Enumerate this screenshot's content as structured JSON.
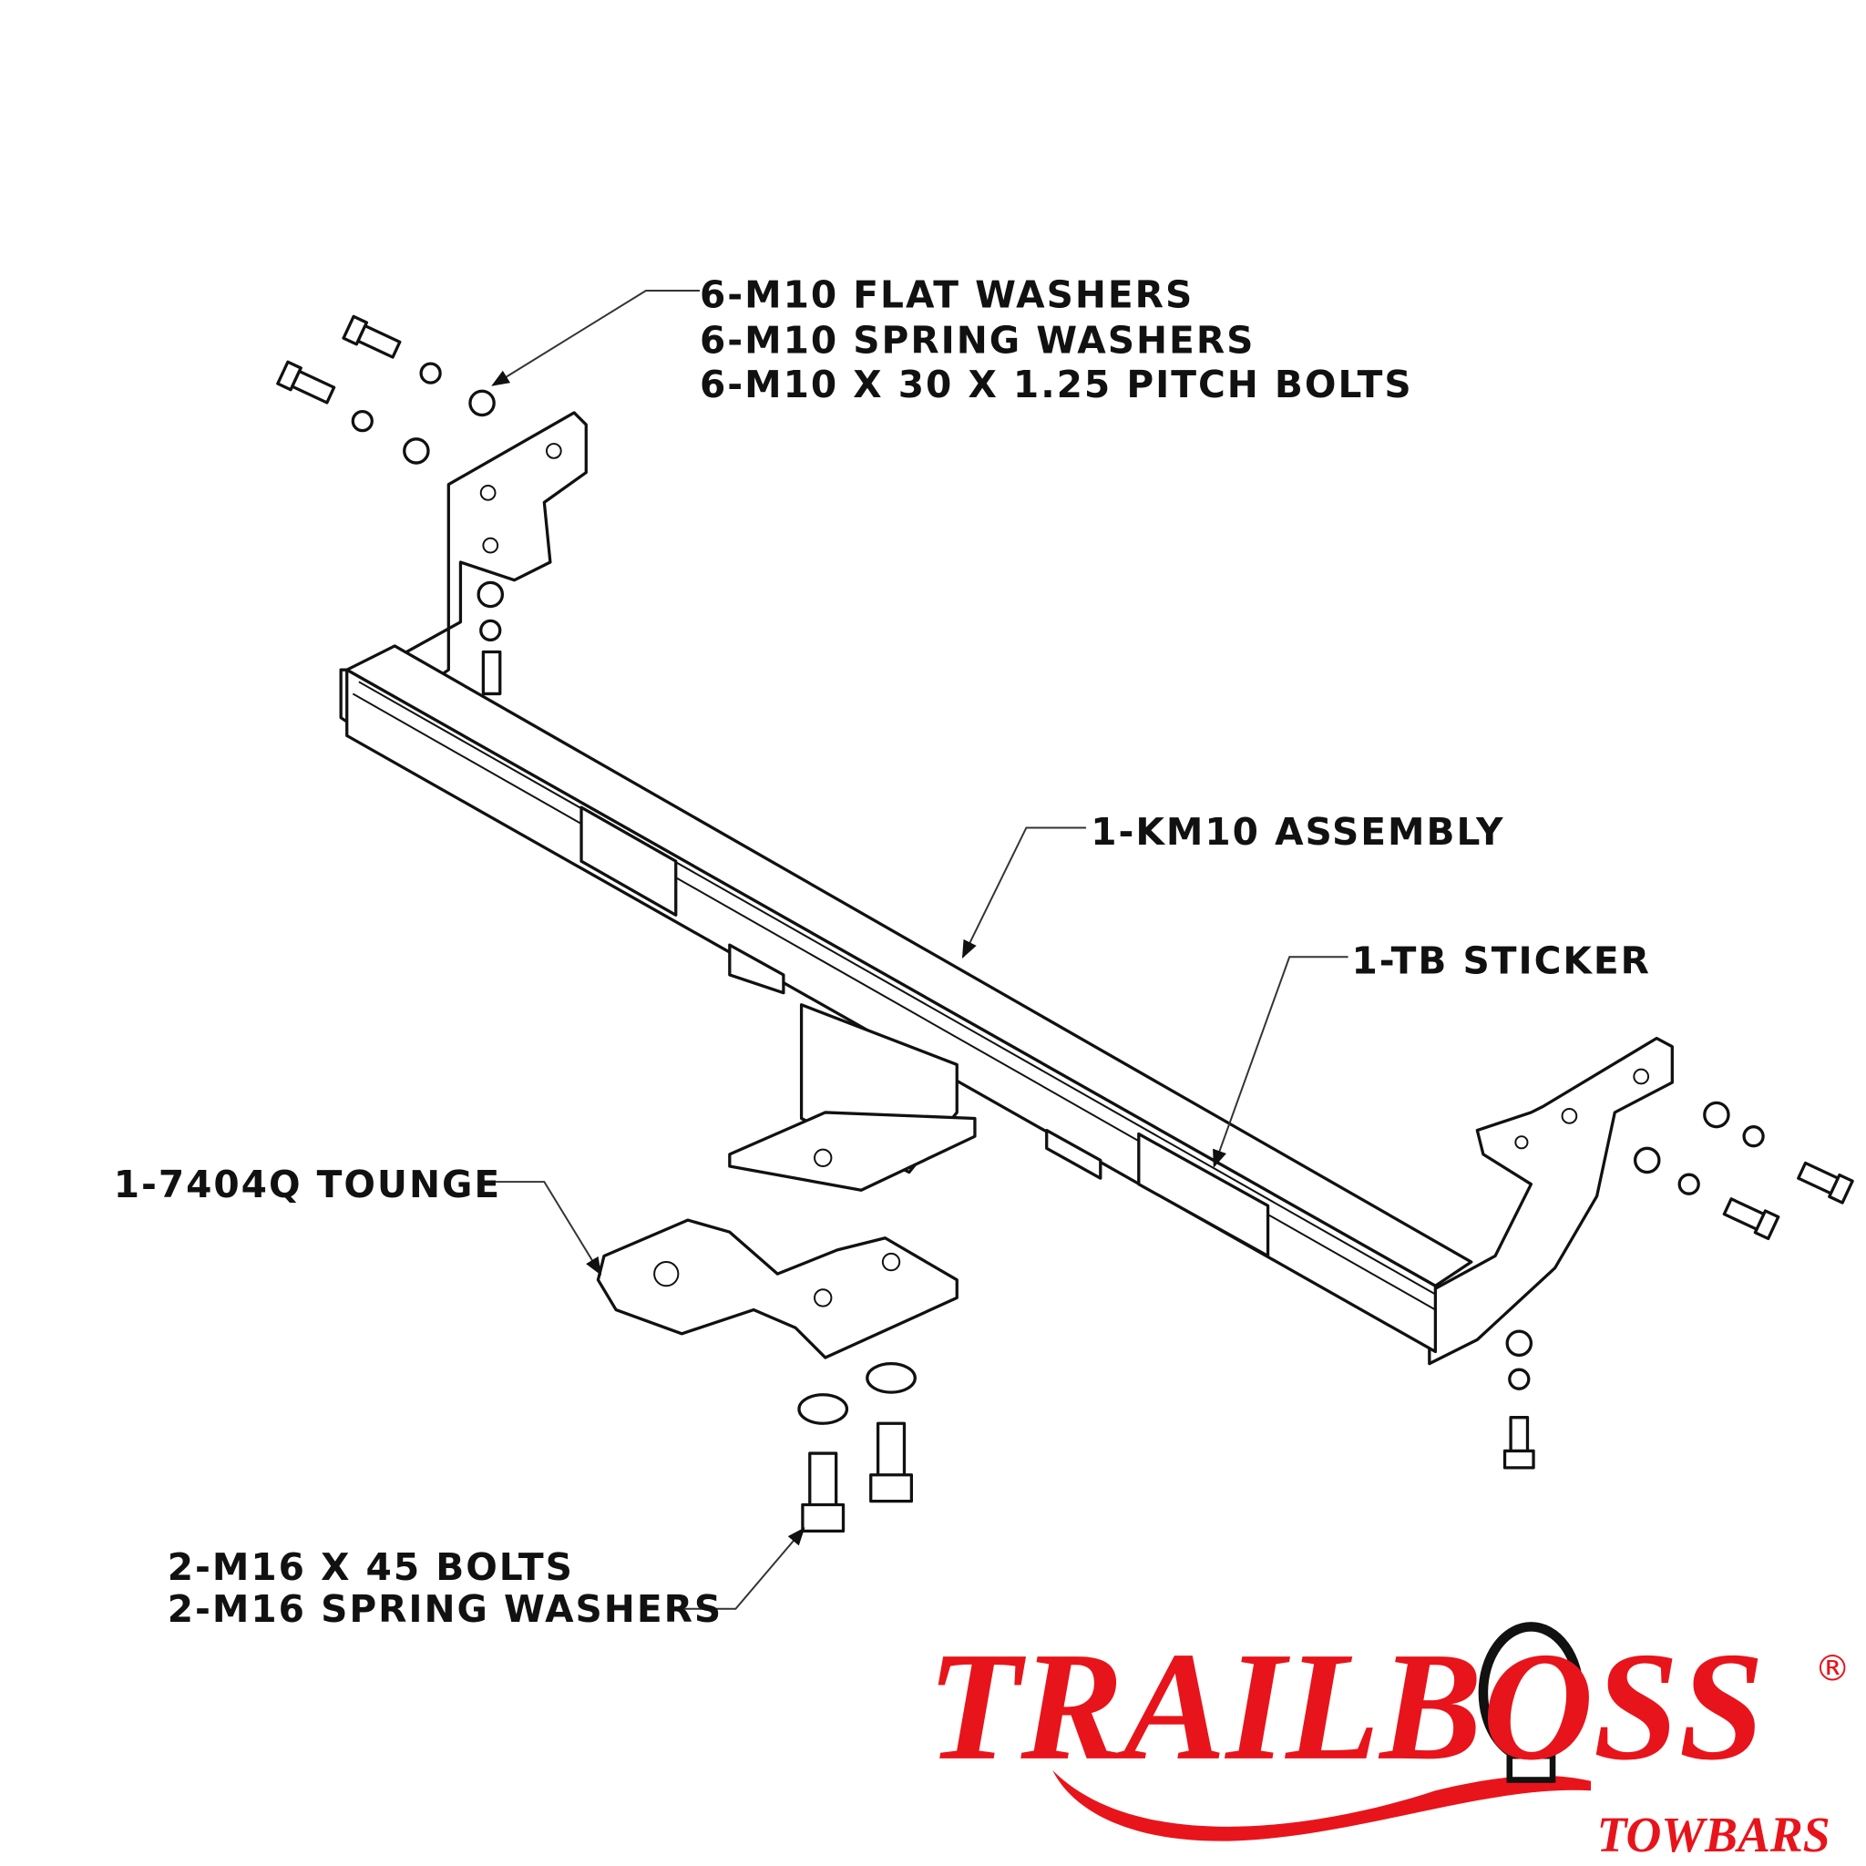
{
  "labels": {
    "washers_bolts": [
      "6-M10 FLAT WASHERS",
      "6-M10 SPRING WASHERS",
      "6-M10 X 30 X 1.25 PITCH BOLTS"
    ],
    "assembly": "1-KM10 ASSEMBLY",
    "sticker": "1-TB STICKER",
    "tongue": "1-7404Q TOUNGE",
    "m16": [
      "2-M16 X 45 BOLTS",
      "2-M16 SPRING WASHERS"
    ]
  },
  "logo": {
    "brand": "TRAILBOSS",
    "sub": "TOWBARS",
    "registered": "®",
    "color": "#e8141b"
  }
}
